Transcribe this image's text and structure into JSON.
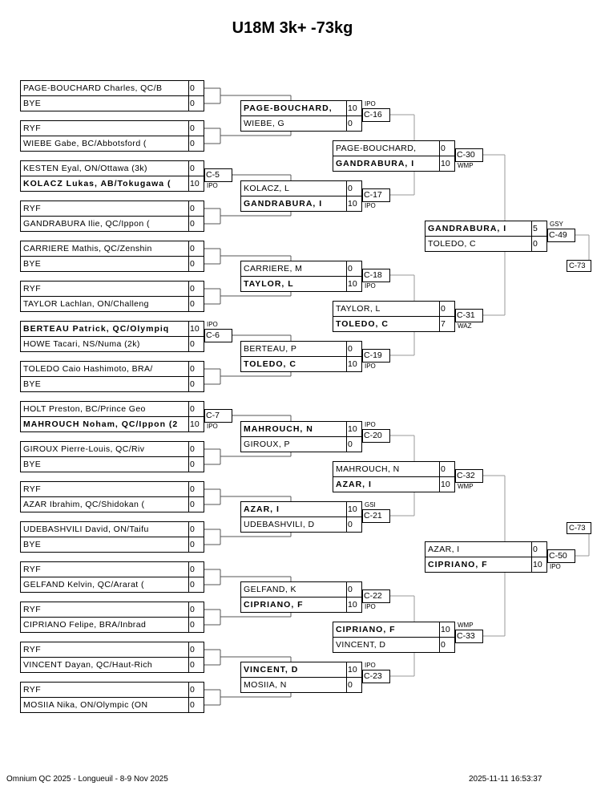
{
  "title": "U18M 3k+ -73kg",
  "footer": {
    "left": "Omnium QC 2025 - Longueuil - 8-9 Nov 2025",
    "right": "2025-11-11 16:53:37"
  },
  "rounds": [
    {
      "matches": [
        {
          "players": [
            {
              "name": "PAGE-BOUCHARD Charles, QC/B",
              "score": "0"
            },
            {
              "name": "BYE",
              "score": "0"
            }
          ]
        },
        {
          "players": [
            {
              "name": "RYF",
              "score": "0"
            },
            {
              "name": "WIEBE Gabe, BC/Abbotsford (",
              "score": "0"
            }
          ]
        },
        {
          "contest": "C-5",
          "result": "IPO",
          "winner": 1,
          "players": [
            {
              "name": "KESTEN Eyal, ON/Ottawa (3k)",
              "score": "0"
            },
            {
              "name": "KOLACZ Lukas, AB/Tokugawa (",
              "score": "10"
            }
          ]
        },
        {
          "players": [
            {
              "name": "RYF",
              "score": "0"
            },
            {
              "name": "GANDRABURA Ilie, QC/Ippon (",
              "score": "0"
            }
          ]
        },
        {
          "players": [
            {
              "name": "CARRIERE Mathis, QC/Zenshin",
              "score": "0"
            },
            {
              "name": "BYE",
              "score": "0"
            }
          ]
        },
        {
          "players": [
            {
              "name": "RYF",
              "score": "0"
            },
            {
              "name": "TAYLOR Lachlan, ON/Challeng",
              "score": "0"
            }
          ]
        },
        {
          "contest": "C-6",
          "result": "IPO",
          "winner": 0,
          "players": [
            {
              "name": "BERTEAU Patrick, QC/Olympiq",
              "score": "10"
            },
            {
              "name": "HOWE Tacari, NS/Numa (2k)",
              "score": "0"
            }
          ]
        },
        {
          "players": [
            {
              "name": "TOLEDO Caio Hashimoto, BRA/",
              "score": "0"
            },
            {
              "name": "BYE",
              "score": "0"
            }
          ]
        },
        {
          "contest": "C-7",
          "result": "IPO",
          "winner": 1,
          "players": [
            {
              "name": "HOLT Preston, BC/Prince Geo",
              "score": "0"
            },
            {
              "name": "MAHROUCH Noham, QC/Ippon (2",
              "score": "10"
            }
          ]
        },
        {
          "players": [
            {
              "name": "GIROUX Pierre-Louis, QC/Riv",
              "score": "0"
            },
            {
              "name": "BYE",
              "score": "0"
            }
          ]
        },
        {
          "players": [
            {
              "name": "RYF",
              "score": "0"
            },
            {
              "name": "AZAR Ibrahim, QC/Shidokan (",
              "score": "0"
            }
          ]
        },
        {
          "players": [
            {
              "name": "UDEBASHVILI David, ON/Taifu",
              "score": "0"
            },
            {
              "name": "BYE",
              "score": "0"
            }
          ]
        },
        {
          "players": [
            {
              "name": "RYF",
              "score": "0"
            },
            {
              "name": "GELFAND Kelvin, QC/Ararat (",
              "score": "0"
            }
          ]
        },
        {
          "players": [
            {
              "name": "RYF",
              "score": "0"
            },
            {
              "name": "CIPRIANO Felipe, BRA/Inbrad",
              "score": "0"
            }
          ]
        },
        {
          "players": [
            {
              "name": "RYF",
              "score": "0"
            },
            {
              "name": "VINCENT Dayan, QC/Haut-Rich",
              "score": "0"
            }
          ]
        },
        {
          "players": [
            {
              "name": "RYF",
              "score": "0"
            },
            {
              "name": "MOSIIA Nika, ON/Olympic (ON",
              "score": "0"
            }
          ]
        }
      ]
    },
    {
      "matches": [
        {
          "contest": "C-16",
          "result": "IPO",
          "winner": 0,
          "players": [
            {
              "name": "PAGE-BOUCHARD,",
              "score": "10"
            },
            {
              "name": "WIEBE, G",
              "score": "0"
            }
          ]
        },
        {
          "contest": "C-17",
          "result": "IPO",
          "winner": 1,
          "players": [
            {
              "name": "KOLACZ, L",
              "score": "0"
            },
            {
              "name": "GANDRABURA, I",
              "score": "10"
            }
          ]
        },
        {
          "contest": "C-18",
          "result": "IPO",
          "winner": 1,
          "players": [
            {
              "name": "CARRIERE, M",
              "score": "0"
            },
            {
              "name": "TAYLOR, L",
              "score": "10"
            }
          ]
        },
        {
          "contest": "C-19",
          "result": "IPO",
          "winner": 1,
          "players": [
            {
              "name": "BERTEAU, P",
              "score": "0"
            },
            {
              "name": "TOLEDO, C",
              "score": "10"
            }
          ]
        },
        {
          "contest": "C-20",
          "result": "IPO",
          "winner": 0,
          "players": [
            {
              "name": "MAHROUCH, N",
              "score": "10"
            },
            {
              "name": "GIROUX, P",
              "score": "0"
            }
          ]
        },
        {
          "contest": "C-21",
          "result": "GSI",
          "winner": 0,
          "players": [
            {
              "name": "AZAR, I",
              "score": "10"
            },
            {
              "name": "UDEBASHVILI, D",
              "score": "0"
            }
          ]
        },
        {
          "contest": "C-22",
          "result": "IPO",
          "winner": 1,
          "players": [
            {
              "name": "GELFAND, K",
              "score": "0"
            },
            {
              "name": "CIPRIANO, F",
              "score": "10"
            }
          ]
        },
        {
          "contest": "C-23",
          "result": "IPO",
          "winner": 0,
          "players": [
            {
              "name": "VINCENT, D",
              "score": "10"
            },
            {
              "name": "MOSIIA, N",
              "score": "0"
            }
          ]
        }
      ]
    },
    {
      "matches": [
        {
          "contest": "C-30",
          "result": "WMP",
          "winner": 1,
          "players": [
            {
              "name": "PAGE-BOUCHARD,",
              "score": "0"
            },
            {
              "name": "GANDRABURA, I",
              "score": "10"
            }
          ]
        },
        {
          "contest": "C-31",
          "result": "WAZ",
          "winner": 1,
          "players": [
            {
              "name": "TAYLOR, L",
              "score": "0"
            },
            {
              "name": "TOLEDO, C",
              "score": "7"
            }
          ]
        },
        {
          "contest": "C-32",
          "result": "WMP",
          "winner": 1,
          "players": [
            {
              "name": "MAHROUCH, N",
              "score": "0"
            },
            {
              "name": "AZAR, I",
              "score": "10"
            }
          ]
        },
        {
          "contest": "C-33",
          "result": "WMP",
          "winner": 0,
          "players": [
            {
              "name": "CIPRIANO, F",
              "score": "10"
            },
            {
              "name": "VINCENT, D",
              "score": "0"
            }
          ]
        }
      ]
    },
    {
      "matches": [
        {
          "contest": "C-49",
          "result": "GSY",
          "winner": 0,
          "next": "C-73",
          "players": [
            {
              "name": "GANDRABURA, I",
              "score": "5"
            },
            {
              "name": "TOLEDO, C",
              "score": "0"
            }
          ]
        },
        {
          "contest": "C-50",
          "result": "IPO",
          "winner": 1,
          "next": "C-73",
          "players": [
            {
              "name": "AZAR, I",
              "score": "0"
            },
            {
              "name": "CIPRIANO, F",
              "score": "10"
            }
          ]
        }
      ]
    }
  ]
}
